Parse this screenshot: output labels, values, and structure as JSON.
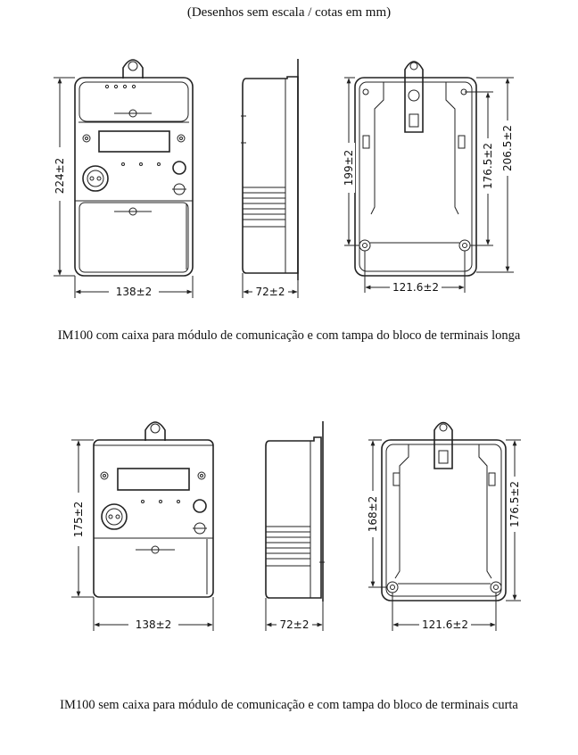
{
  "header_note": "(Desenhos sem escala / cotas em mm)",
  "variants": [
    {
      "caption": "IM100 com caixa para módulo de comunicação e com tampa do bloco de terminais longa",
      "dims": {
        "height": "224±2",
        "width": "138±2",
        "depth": "72±2",
        "mount_height_a": "199±2",
        "mount_height_b": "176.5±2",
        "mount_height_c": "206.5±2",
        "mount_width": "121.6±2"
      }
    },
    {
      "caption": "IM100 sem caixa para módulo de comunicação e com tampa do bloco de terminais curta",
      "dims": {
        "height": "175±2",
        "width": "138±2",
        "depth": "72±2",
        "mount_height_a": "168±2",
        "mount_height_b": "176.5±2",
        "mount_width": "121.6±2"
      }
    }
  ]
}
